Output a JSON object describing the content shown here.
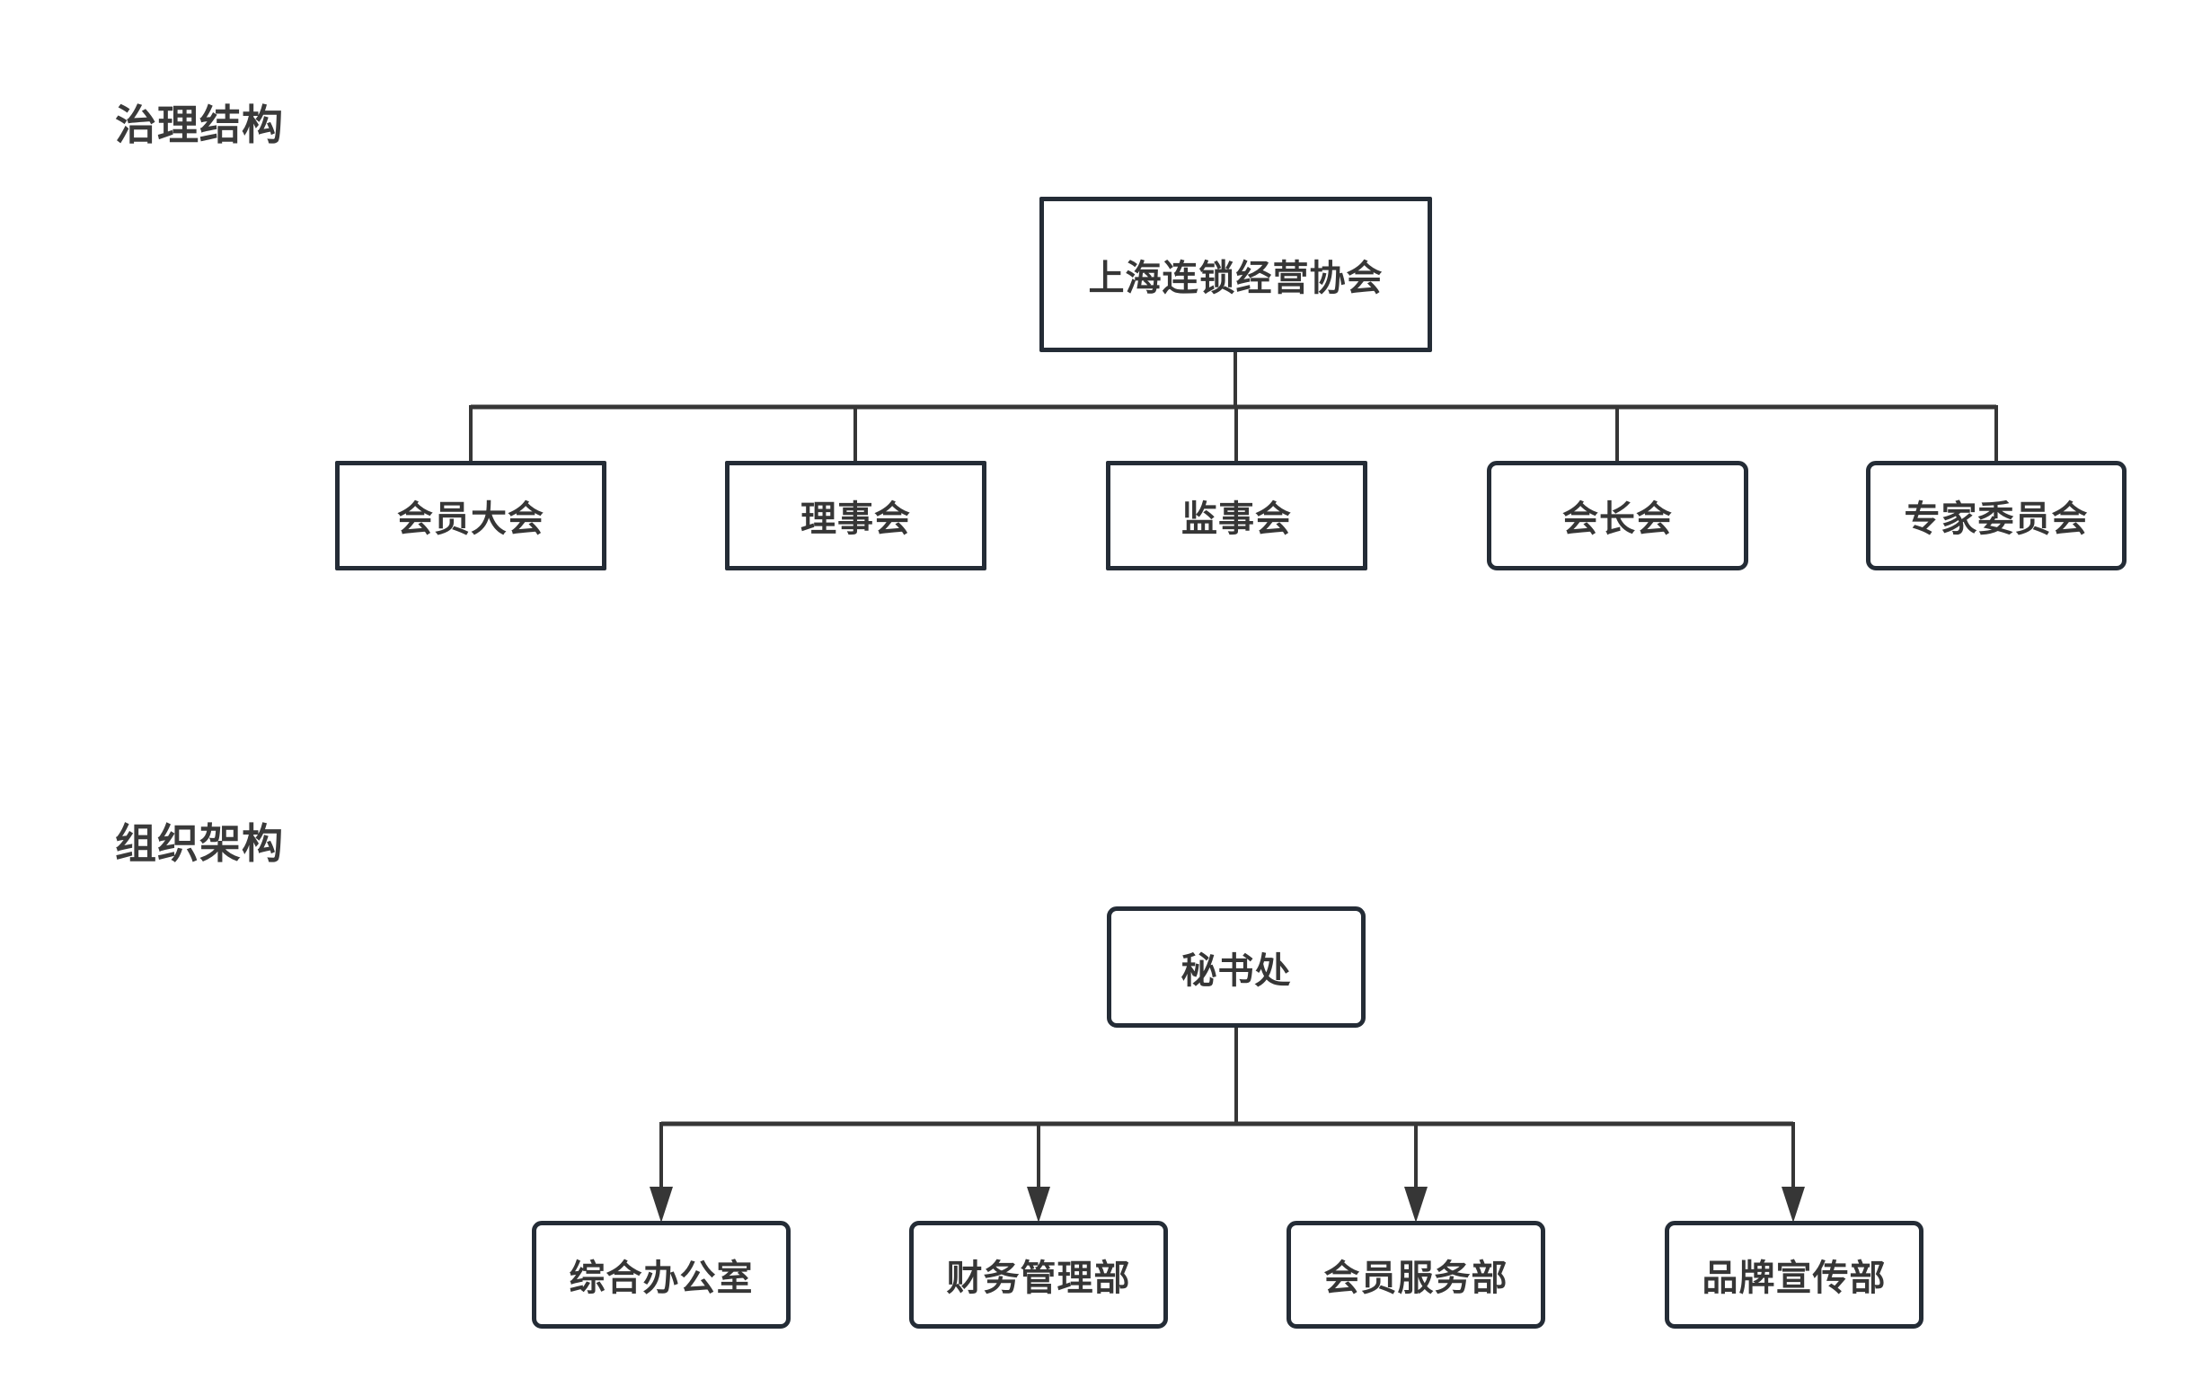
{
  "colors": {
    "background": "#ffffff",
    "box_border": "#242c36",
    "box_fill": "#ffffff",
    "connector_line": "#363636",
    "text": "#363636",
    "title_text": "#3a3a3a"
  },
  "governance": {
    "title": "治理结构",
    "root": {
      "label": "上海连锁经营协会"
    },
    "children": [
      {
        "label": "会员大会"
      },
      {
        "label": "理事会"
      },
      {
        "label": "监事会"
      },
      {
        "label": "会长会"
      },
      {
        "label": "专家委员会"
      }
    ]
  },
  "organization": {
    "title": "组织架构",
    "root": {
      "label": "秘书处"
    },
    "children": [
      {
        "label": "综合办公室"
      },
      {
        "label": "财务管理部"
      },
      {
        "label": "会员服务部"
      },
      {
        "label": "品牌宣传部"
      }
    ]
  }
}
